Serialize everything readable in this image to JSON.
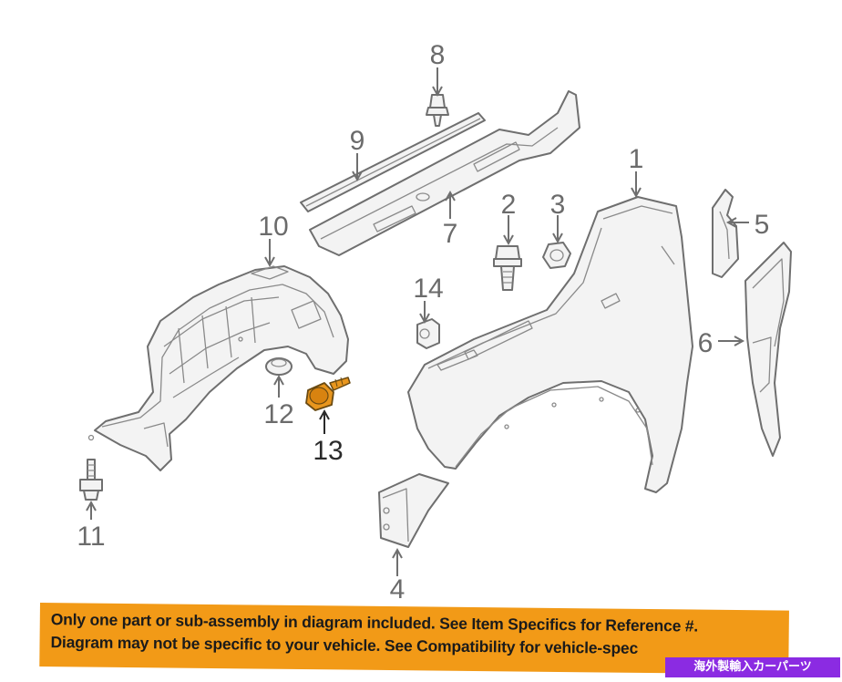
{
  "diagram": {
    "callouts": [
      "1",
      "2",
      "3",
      "4",
      "5",
      "6",
      "7",
      "8",
      "9",
      "10",
      "11",
      "12",
      "13",
      "14"
    ],
    "highlighted_callout": "13",
    "highlight_color": "#e8961e",
    "line_color": "#6f6f6f"
  },
  "notice": {
    "line1": "Only one part or sub-assembly in diagram included. See Item Specifics for Reference #.",
    "line2": "Diagram may not be specific to your vehicle. See Compatibility for vehicle-spec",
    "background": "#f29a17"
  },
  "badge": {
    "text": "海外製輸入カーパーツ",
    "background": "#8b2be2"
  }
}
